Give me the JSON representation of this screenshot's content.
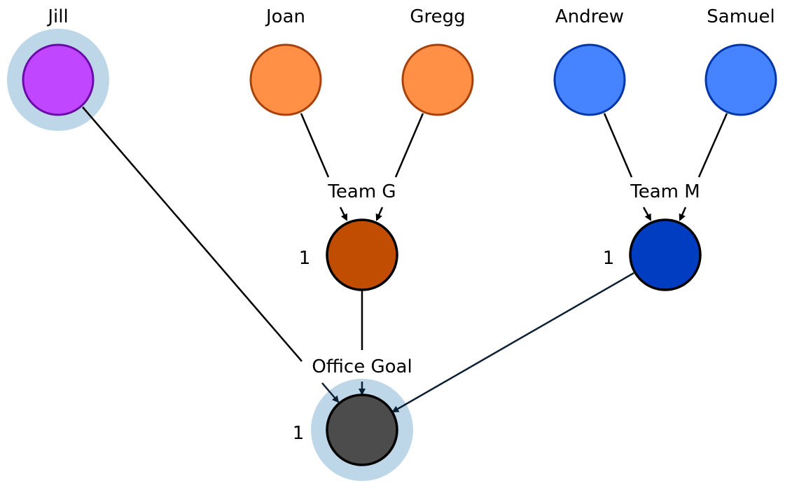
{
  "colors": {
    "halo": "#bdd7e8",
    "jill_fill": "#c146ff",
    "jill_stroke": "#6a0da8",
    "team_g_member_fill": "#ff9046",
    "team_g_member_stroke": "#a8420d",
    "team_g_fill": "#c04d01",
    "team_m_member_fill": "#4684ff",
    "team_m_member_stroke": "#0337a8",
    "team_m_fill": "#013dc0",
    "office_goal_fill": "#4c4c4c",
    "aggregate_stroke": "#000000",
    "arrow_to_team": "#000000",
    "arrow_to_goal": "#0d1f33"
  },
  "nodes": {
    "jill": {
      "label": "Jill",
      "highlighted": true
    },
    "joan": {
      "label": "Joan"
    },
    "gregg": {
      "label": "Gregg"
    },
    "andrew": {
      "label": "Andrew"
    },
    "samuel": {
      "label": "Samuel"
    },
    "team_g": {
      "label": "Team G",
      "value": "1"
    },
    "team_m": {
      "label": "Team M",
      "value": "1"
    },
    "office_goal": {
      "label": "Office Goal",
      "value": "1",
      "highlighted": true
    }
  },
  "edges": [
    {
      "from": "Joan",
      "to": "Team G"
    },
    {
      "from": "Gregg",
      "to": "Team G"
    },
    {
      "from": "Andrew",
      "to": "Team M"
    },
    {
      "from": "Samuel",
      "to": "Team M"
    },
    {
      "from": "Jill",
      "to": "Office Goal"
    },
    {
      "from": "Team G",
      "to": "Office Goal"
    },
    {
      "from": "Team M",
      "to": "Office Goal"
    }
  ]
}
